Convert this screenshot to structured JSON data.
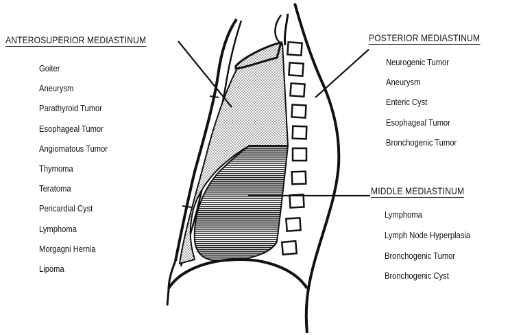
{
  "regions": {
    "anterosuperior": {
      "title": "ANTEROSUPERIOR MEDIASTINUM",
      "items": [
        "Goiter",
        "Aneurysm",
        "Parathyroid Tumor",
        "Esophageal Tumor",
        "Angiomatous Tumor",
        "Thymoma",
        "Teratoma",
        "Pericardial Cyst",
        "Lymphoma",
        "Morgagni Hernia",
        "Lipoma"
      ]
    },
    "posterior": {
      "title": "POSTERIOR MEDIASTINUM",
      "items": [
        "Neurogenic Tumor",
        "Aneurysm",
        "Enteric Cyst",
        "Esophageal Tumor",
        "Bronchogenic Tumor"
      ]
    },
    "middle": {
      "title": "MIDDLE MEDIASTINUM",
      "items": [
        "Lymphoma",
        "Lymph Node Hyperplasia",
        "Bronchogenic Tumor",
        "Bronchogenic Cyst"
      ]
    }
  },
  "colors": {
    "ink": "#111111",
    "background": "#ffffff",
    "anterior_shading": "dotted stipple",
    "middle_shading": "horizontal hatching"
  }
}
